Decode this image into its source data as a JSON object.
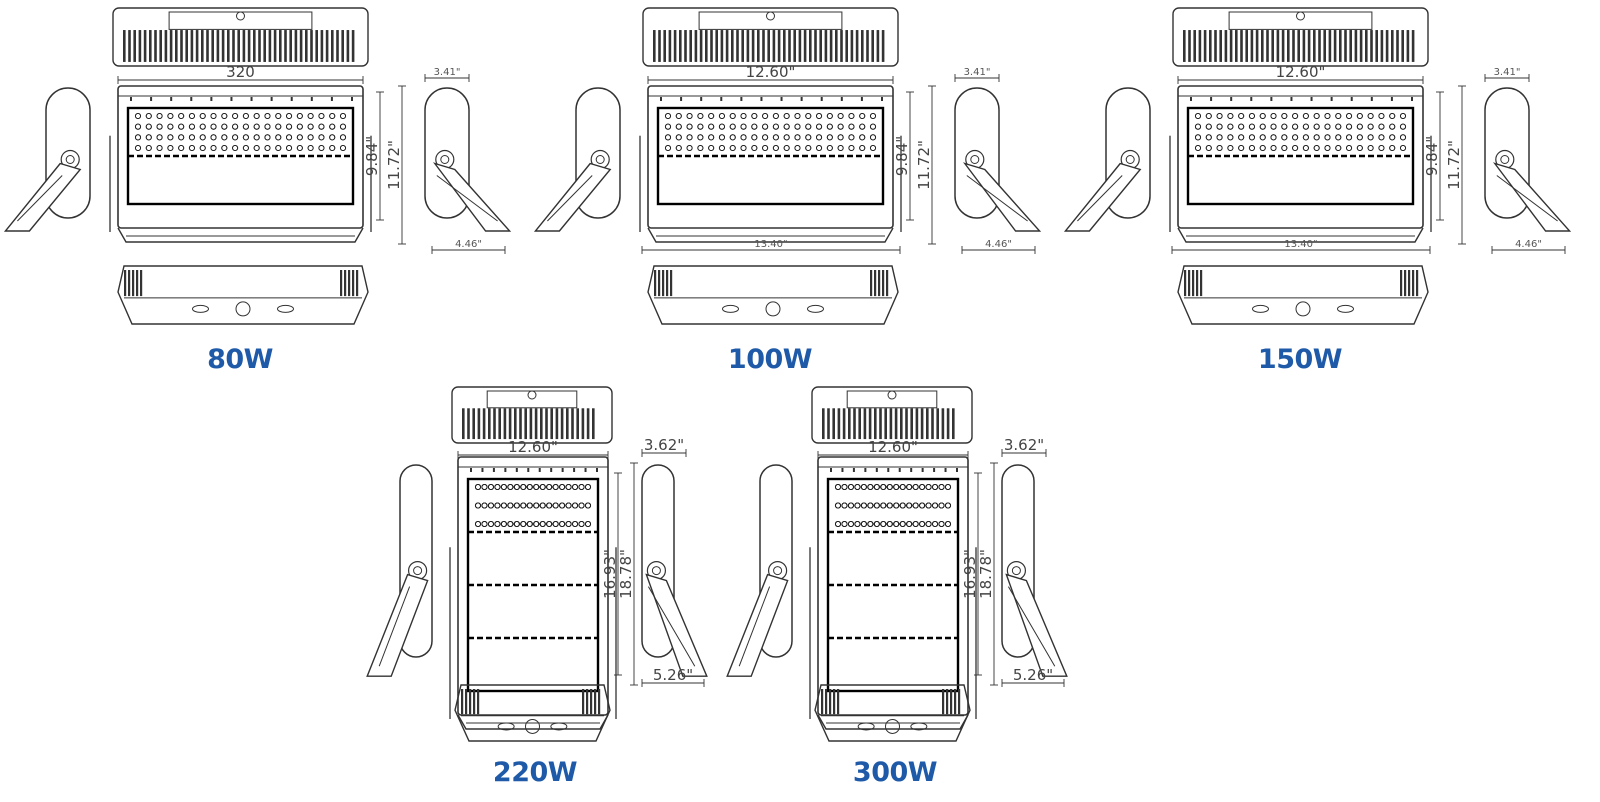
{
  "colors": {
    "label": "#1e5aa8",
    "line": "#333333"
  },
  "models": [
    {
      "label": "80W",
      "width": "320",
      "h_inner": "9.84\"",
      "h_outer": "11.72\"",
      "depth": "3.41\"",
      "base": "4.46\"",
      "total_w": ""
    },
    {
      "label": "100W",
      "width": "12.60\"",
      "h_inner": "9.84\"",
      "h_outer": "11.72\"",
      "depth": "3.41\"",
      "base": "4.46\"",
      "total_w": "13.40\""
    },
    {
      "label": "150W",
      "width": "12.60\"",
      "h_inner": "9.84\"",
      "h_outer": "11.72\"",
      "depth": "3.41\"",
      "base": "4.46\"",
      "total_w": "13.40\""
    },
    {
      "label": "220W",
      "width": "12.60\"",
      "h_inner": "16.93\"",
      "h_outer": "18.78\"",
      "depth": "3.62\"",
      "base": "5.26\"",
      "total_w": ""
    },
    {
      "label": "300W",
      "width": "12.60\"",
      "h_inner": "16.93\"",
      "h_outer": "18.78\"",
      "depth": "3.62\"",
      "base": "5.26\"",
      "total_w": ""
    }
  ]
}
